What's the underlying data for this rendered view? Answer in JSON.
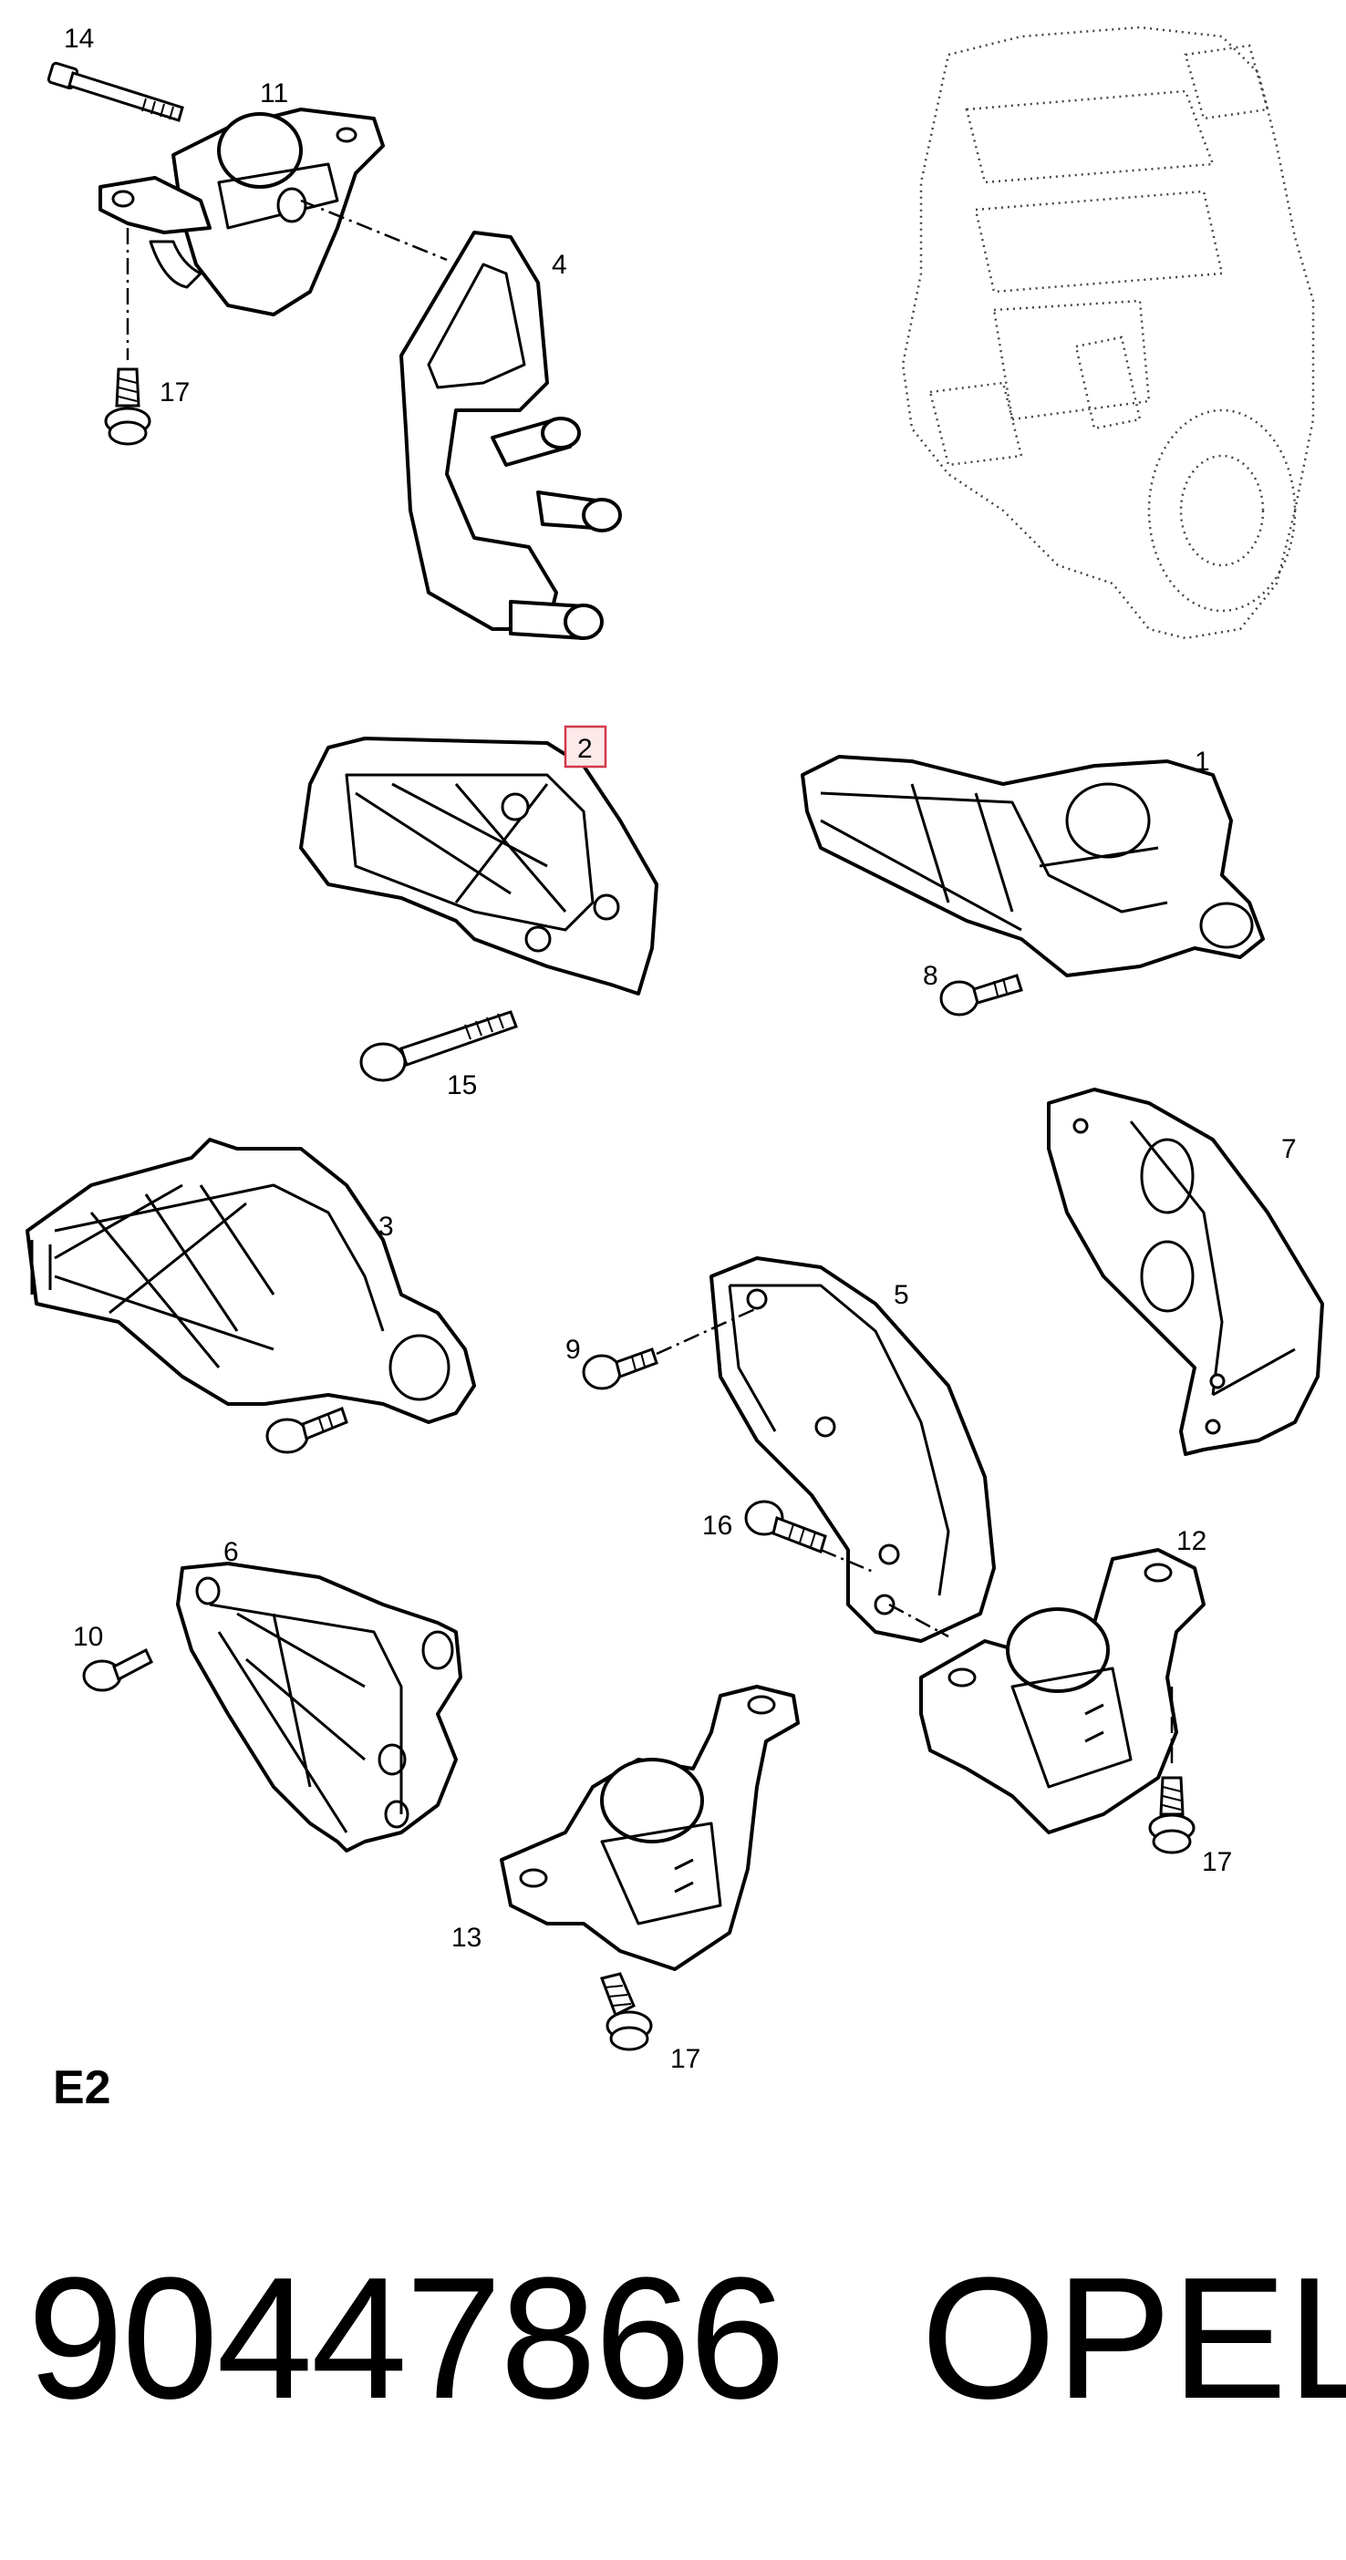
{
  "callouts": {
    "c1": "1",
    "c2": "2",
    "c3": "3",
    "c4": "4",
    "c5": "5",
    "c6": "6",
    "c7": "7",
    "c8": "8",
    "c9": "9",
    "c10": "10",
    "c11": "11",
    "c12": "12",
    "c13": "13",
    "c14": "14",
    "c15": "15",
    "c16": "16",
    "c17a": "17",
    "c17b": "17",
    "c17c": "17"
  },
  "highlighted_callout": "2",
  "section_code": "E2",
  "footer": {
    "part_number": "90447866",
    "brand": "OPEL"
  },
  "colors": {
    "highlight_border": "#d23a4a",
    "highlight_fill": "#fde8ea",
    "line": "#000000"
  }
}
